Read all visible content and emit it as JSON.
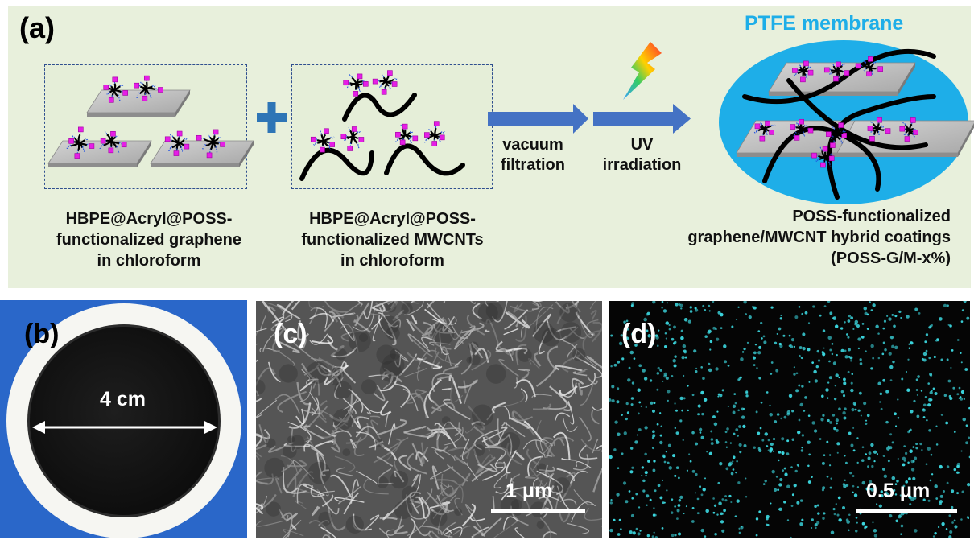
{
  "panel_a": {
    "label": "(a)",
    "graphene_caption": [
      "HBPE@Acryl@POSS-",
      "functionalized graphene",
      "in chloroform"
    ],
    "mwcnt_caption": [
      "HBPE@Acryl@POSS-",
      "functionalized MWCNTs",
      "in chloroform"
    ],
    "step1": [
      "vacuum",
      "filtration"
    ],
    "step2": [
      "UV",
      "irradiation"
    ],
    "membrane_title": "PTFE membrane",
    "product_caption": [
      "POSS-functionalized",
      "graphene/MWCNT hybrid coatings",
      "(POSS-G/M-x%)"
    ]
  },
  "panel_b": {
    "label": "(b)",
    "dimension": "4 cm"
  },
  "panel_c": {
    "label": "(c)",
    "scale": "1 μm"
  },
  "panel_d": {
    "label": "(d)",
    "scale": "0.5 μm"
  },
  "colors": {
    "panel_bg": "#e8f0dc",
    "arrow_blue": "#4472c4",
    "plus_blue": "#2e75b6",
    "ptfe_blue": "#1eaee8",
    "poss_magenta": "#e61ee6",
    "chain_blue": "#2050e0",
    "eds_cyan": "#3cd8e0"
  }
}
